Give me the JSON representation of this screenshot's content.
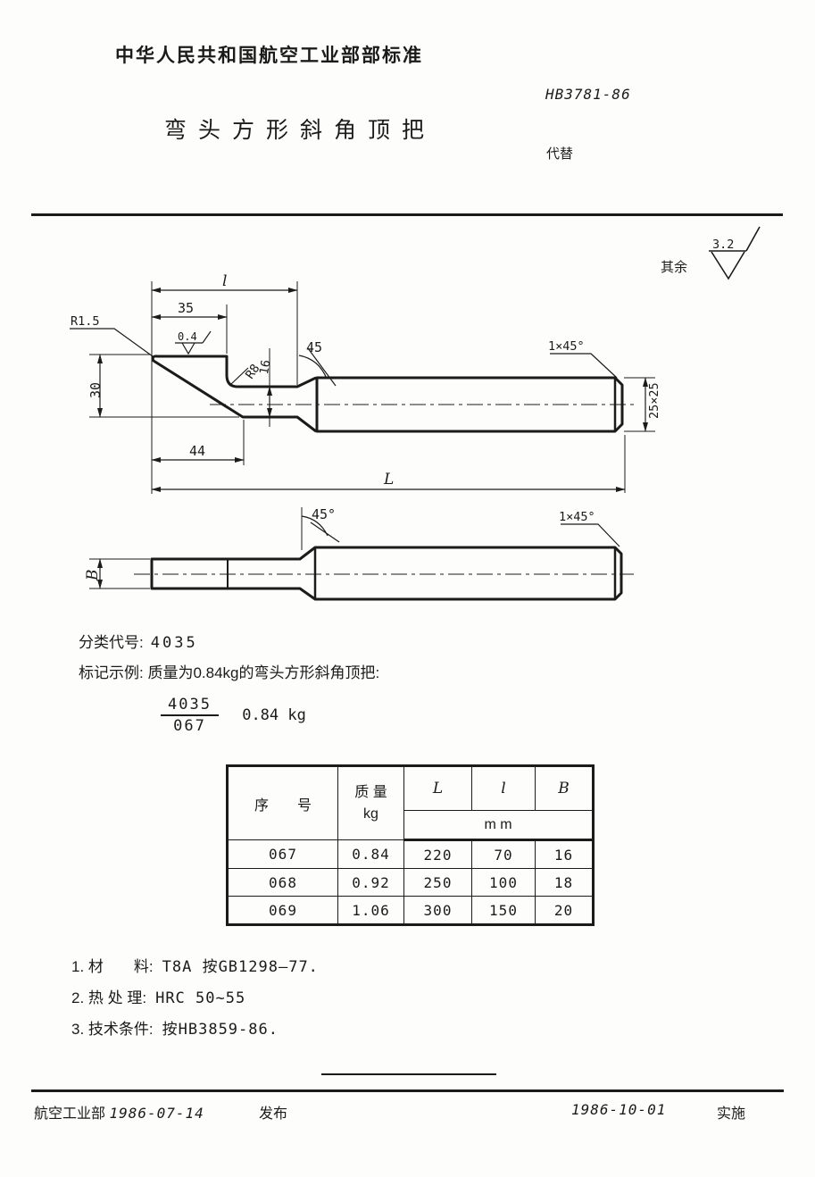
{
  "header": {
    "org_line": "中华人民共和国航空工业部部标准",
    "title": "弯头方形斜角顶把",
    "standard_no": "HB3781-86",
    "replaces_label": "代替"
  },
  "surface_mark": {
    "label": "其余",
    "value": "3.2"
  },
  "drawing": {
    "view1": {
      "dim_l": "l",
      "dim_35": "35",
      "dim_r15": "R1.5",
      "dim_04": "0.4",
      "dim_r8": "R8",
      "dim_16": "16",
      "dim_45": "45",
      "dim_30": "30",
      "dim_44": "44",
      "dim_chamfer": "1×45°",
      "dim_square": "25×25",
      "dim_L": "L"
    },
    "view2": {
      "dim_45": "45°",
      "dim_chamfer": "1×45°",
      "dim_B": "B"
    }
  },
  "classification": {
    "label": "分类代号:",
    "value": "4035"
  },
  "marking": {
    "line": "标记示例: 质量为0.84kg的弯头方形斜角顶把:",
    "fraction_numerator": "4035",
    "fraction_denominator": "067",
    "suffix": "0.84 kg"
  },
  "table": {
    "headers": {
      "serial": "序　　号",
      "mass": "质 量",
      "mass_unit": "kg",
      "col_L": "L",
      "col_l": "l",
      "col_B": "B",
      "unit_row": "m m"
    },
    "rows": [
      {
        "serial": "067",
        "mass": "0.84",
        "L": "220",
        "l": "70",
        "B": "16"
      },
      {
        "serial": "068",
        "mass": "0.92",
        "L": "250",
        "l": "100",
        "B": "18"
      },
      {
        "serial": "069",
        "mass": "1.06",
        "L": "300",
        "l": "150",
        "B": "20"
      }
    ]
  },
  "notes": [
    {
      "label": "1. 材　　料:",
      "value": "T8A  按GB1298—77."
    },
    {
      "label": "2. 热 处 理:",
      "value": "HRC 50~55"
    },
    {
      "label": "3. 技术条件:",
      "value": "按HB3859-86."
    }
  ],
  "footer": {
    "org": "航空工业部",
    "issue_date": "1986-07-14",
    "issue_label": "发布",
    "impl_date": "1986-10-01",
    "impl_label": "实施"
  }
}
